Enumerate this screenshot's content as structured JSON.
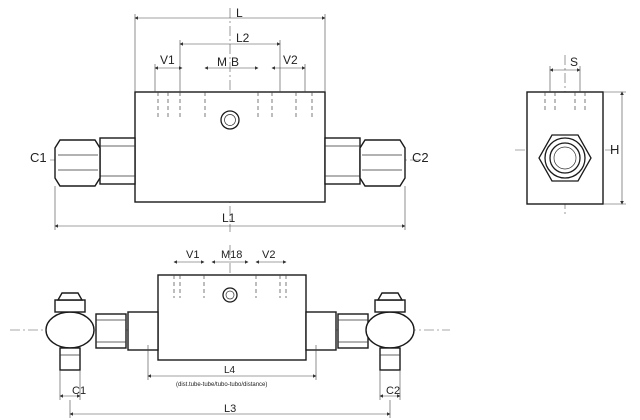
{
  "labels": {
    "L": "L",
    "L2": "L2",
    "V1": "V1",
    "M": "M",
    "B": "B",
    "V2": "V2",
    "C1": "C1",
    "C2": "C2",
    "L1": "L1",
    "S": "S",
    "H": "H",
    "V1_bottom": "V1",
    "M18": "M18",
    "V2_bottom": "V2",
    "L4": "L4",
    "L4_note": "(dist.tube-tube/tubo-tubo/distance)",
    "C1_bottom": "C1",
    "C2_bottom": "C2",
    "L3": "L3"
  }
}
